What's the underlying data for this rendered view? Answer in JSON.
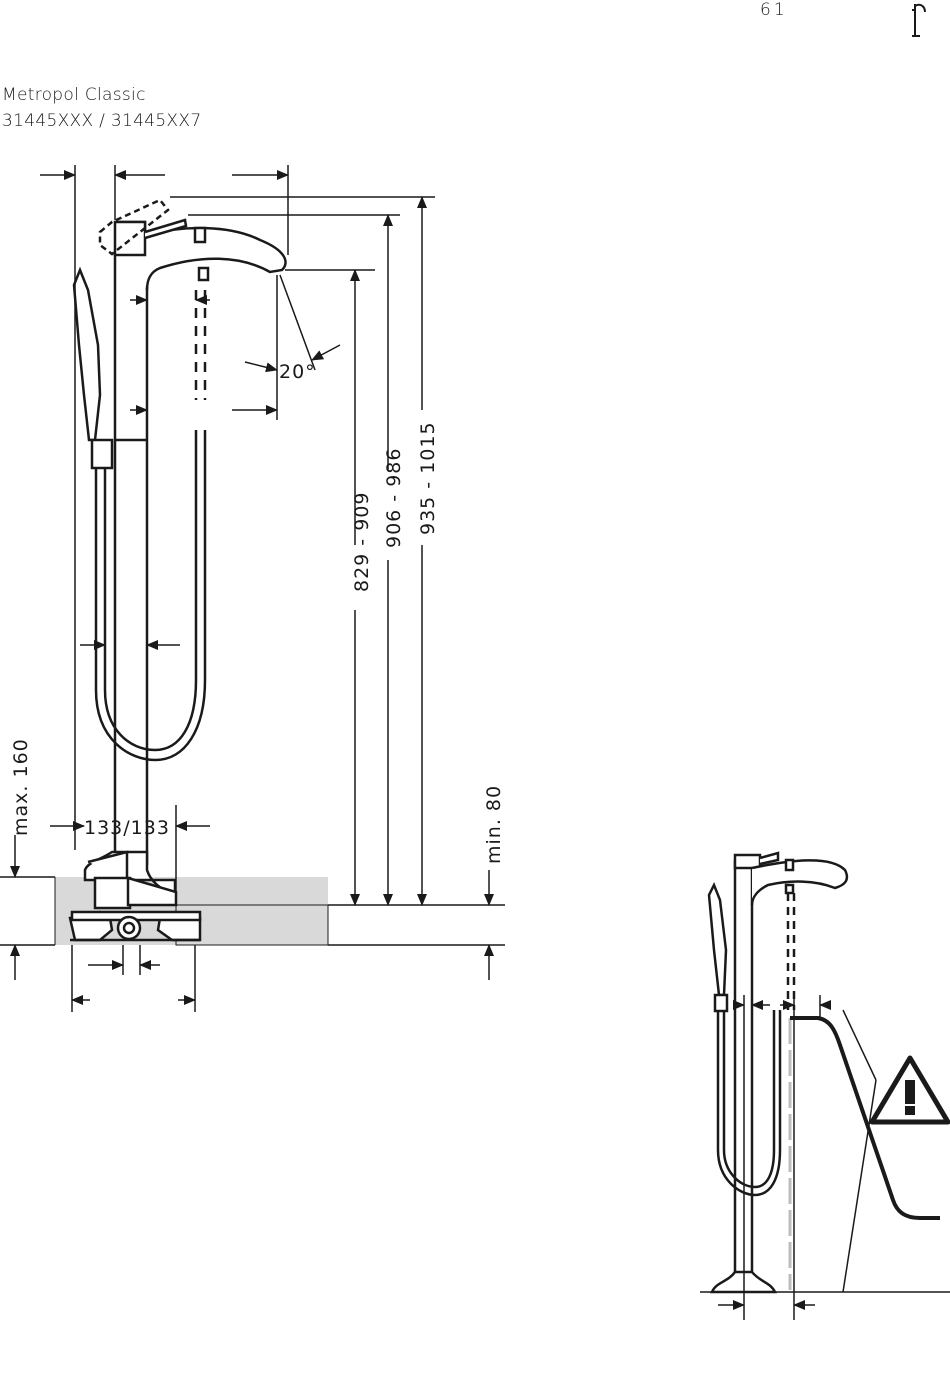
{
  "page": {
    "number": "61"
  },
  "product": {
    "name": "Metropol Classic",
    "article_numbers": "31445XXX / 31445XX7"
  },
  "dimensions": {
    "height_spout": "829 - 909",
    "height_lever": "906 - 986",
    "height_total": "935 - 1015",
    "spout_angle": "20°",
    "max_depth": "max. 160",
    "base_width": "133/133",
    "min_distance": "min. 80"
  }
}
